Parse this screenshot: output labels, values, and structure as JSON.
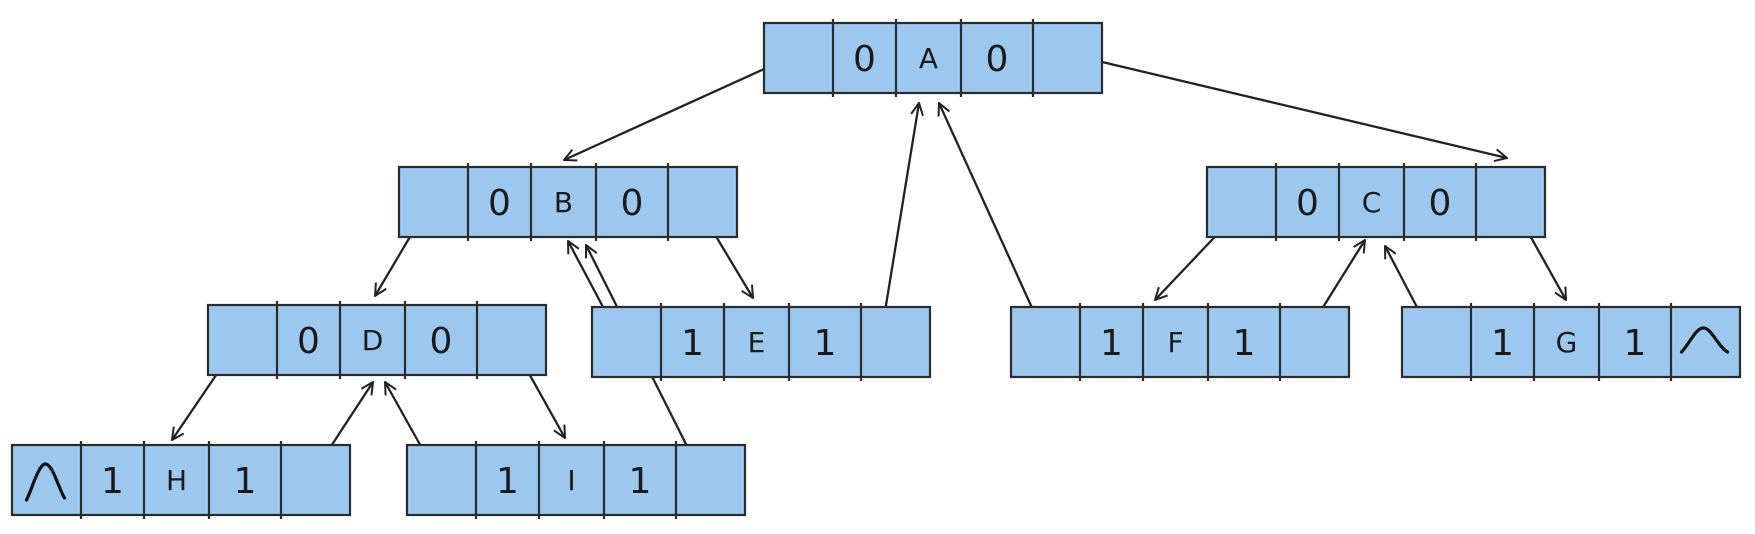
{
  "nodes": [
    {
      "id": "A",
      "ltag": "0",
      "data": "A",
      "rtag": "0",
      "lnull": false,
      "rnull": false
    },
    {
      "id": "B",
      "ltag": "0",
      "data": "B",
      "rtag": "0",
      "lnull": false,
      "rnull": false
    },
    {
      "id": "C",
      "ltag": "0",
      "data": "C",
      "rtag": "0",
      "lnull": false,
      "rnull": false
    },
    {
      "id": "D",
      "ltag": "0",
      "data": "D",
      "rtag": "0",
      "lnull": false,
      "rnull": false
    },
    {
      "id": "E",
      "ltag": "1",
      "data": "E",
      "rtag": "1",
      "lnull": false,
      "rnull": false
    },
    {
      "id": "F",
      "ltag": "1",
      "data": "F",
      "rtag": "1",
      "lnull": false,
      "rnull": false
    },
    {
      "id": "G",
      "ltag": "1",
      "data": "G",
      "rtag": "1",
      "lnull": false,
      "rnull": true
    },
    {
      "id": "H",
      "ltag": "1",
      "data": "H",
      "rtag": "1",
      "lnull": true,
      "rnull": false
    },
    {
      "id": "I",
      "ltag": "1",
      "data": "I",
      "rtag": "1",
      "lnull": false,
      "rnull": false
    }
  ],
  "edges": [
    {
      "from": "A",
      "to": "B",
      "kind": "child"
    },
    {
      "from": "A",
      "to": "C",
      "kind": "child"
    },
    {
      "from": "B",
      "to": "D",
      "kind": "child"
    },
    {
      "from": "B",
      "to": "E",
      "kind": "child"
    },
    {
      "from": "C",
      "to": "F",
      "kind": "child"
    },
    {
      "from": "C",
      "to": "G",
      "kind": "child"
    },
    {
      "from": "D",
      "to": "H",
      "kind": "child"
    },
    {
      "from": "D",
      "to": "I",
      "kind": "child"
    },
    {
      "from": "E",
      "to": "B",
      "kind": "thread"
    },
    {
      "from": "E",
      "to": "A",
      "kind": "thread"
    },
    {
      "from": "F",
      "to": "A",
      "kind": "thread"
    },
    {
      "from": "F",
      "to": "C",
      "kind": "thread"
    },
    {
      "from": "G",
      "to": "C",
      "kind": "thread"
    },
    {
      "from": "H",
      "to": "D",
      "kind": "thread"
    },
    {
      "from": "I",
      "to": "D",
      "kind": "thread"
    },
    {
      "from": "I",
      "to": "B",
      "kind": "thread"
    }
  ],
  "colors": {
    "cell_fill": "#9cc8ef",
    "border": "#2b2b2b",
    "arrow": "#222222"
  }
}
